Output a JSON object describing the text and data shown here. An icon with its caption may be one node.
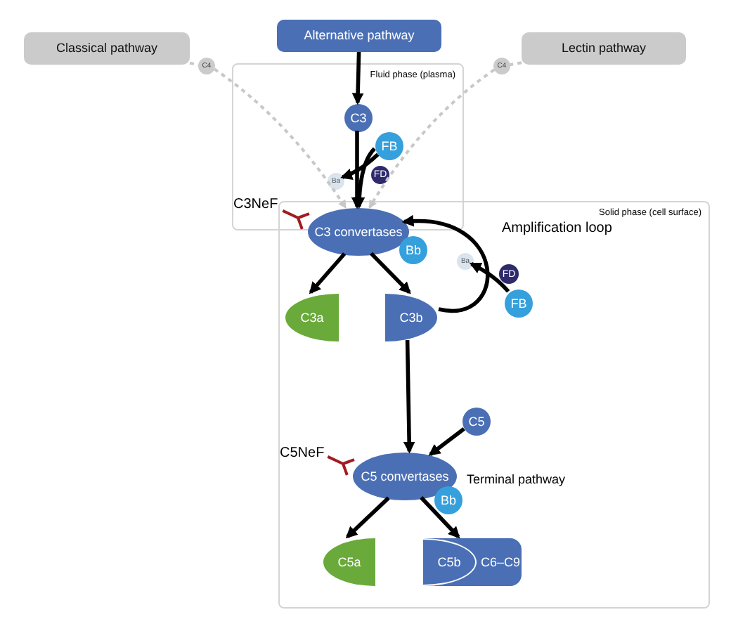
{
  "diagram": {
    "nodes": [
      {
        "text": [
          "Alternative pathway"
        ]
      },
      {
        "text": [
          "Classical pathway"
        ]
      },
      {
        "text": [
          "Lectin pathway"
        ]
      },
      {
        "text": [
          "Fluid phase (plasma)"
        ]
      },
      {
        "text": [
          "Solid phase (cell surface)"
        ]
      },
      {
        "text": [
          "C4"
        ]
      },
      {
        "text": [
          "C4"
        ]
      },
      {
        "text": [
          "C3"
        ],
        "in": 3
      },
      {
        "text": [
          "FB"
        ],
        "in": 3
      },
      {
        "text": [
          "FD"
        ],
        "in": 3
      },
      {
        "text": [
          "Ba"
        ],
        "in": 3
      },
      {
        "text": [
          "C3 convertases"
        ],
        "in": 4
      },
      {
        "text": [
          "Bb"
        ],
        "in": 4
      },
      {
        "text": [
          "C3a"
        ],
        "in": 4
      },
      {
        "text": [
          "C3b"
        ],
        "in": 4
      },
      {
        "text": [
          "Ba"
        ],
        "in": 4
      },
      {
        "text": [
          "FD"
        ],
        "in": 4
      },
      {
        "text": [
          "FB"
        ],
        "in": 4
      },
      {
        "text": [
          "C5"
        ],
        "in": 4
      },
      {
        "text": [
          "C5 convertases"
        ],
        "in": 4
      },
      {
        "text": [
          "Bb"
        ],
        "in": 4
      },
      {
        "text": [
          "C5a"
        ],
        "in": 4
      },
      {
        "text": [
          "C5b",
          "C6–C9"
        ],
        "in": 4
      }
    ],
    "edges": [
      {
        "from": 0,
        "to": 7,
        "arrow": "to"
      },
      {
        "from": 7,
        "to": 11,
        "arrow": "to"
      },
      {
        "from": 8,
        "to": 11,
        "arrow": "to"
      },
      {
        "from": 8,
        "to": 10,
        "arrow": "to"
      },
      {
        "from": 1,
        "to": 5,
        "arrow": "none",
        "style": "dashed",
        "color": "#c8c8c8"
      },
      {
        "from": 5,
        "to": 11,
        "arrow": "to",
        "style": "dashed",
        "color": "#c8c8c8"
      },
      {
        "from": 2,
        "to": 6,
        "arrow": "none",
        "style": "dashed",
        "color": "#c8c8c8"
      },
      {
        "from": 6,
        "to": 11,
        "arrow": "to",
        "style": "dashed",
        "color": "#c8c8c8"
      },
      {
        "from": 11,
        "to": 13,
        "arrow": "to"
      },
      {
        "from": 11,
        "to": 14,
        "arrow": "to"
      },
      {
        "from": 14,
        "to": 11,
        "arrow": "to"
      },
      {
        "from": 17,
        "to": 15,
        "arrow": "to"
      },
      {
        "from": 14,
        "to": 19,
        "arrow": "to"
      },
      {
        "from": 18,
        "to": 19,
        "arrow": "to"
      },
      {
        "from": 19,
        "to": 21,
        "arrow": "to"
      },
      {
        "from": 19,
        "to": 22,
        "arrow": "to"
      }
    ],
    "labels": [
      "C3NeF",
      "Amplification loop",
      "C5NeF",
      "Terminal pathway"
    ]
  }
}
